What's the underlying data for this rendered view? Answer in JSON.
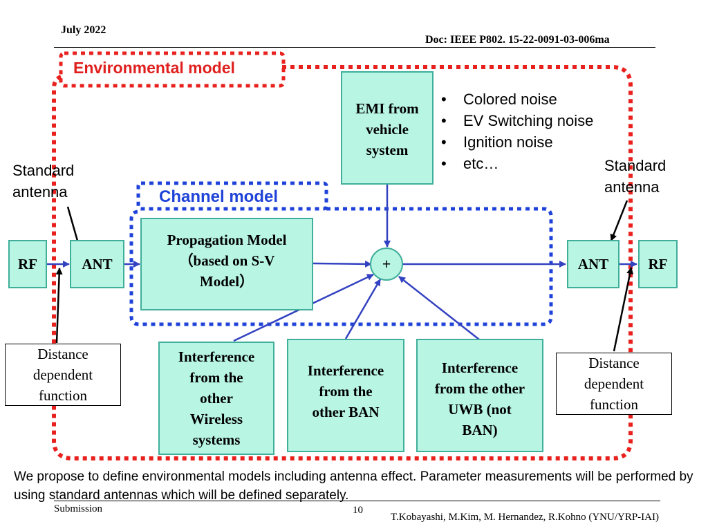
{
  "header": {
    "date": "July 2022",
    "doc_id": "Doc: IEEE P802. 15-22-0091-03-006ma"
  },
  "diagram": {
    "environmental_label": "Environmental model",
    "channel_label": "Channel model",
    "rf_left": "RF",
    "ant_left": "ANT",
    "propagation": "Propagation Model\n（based on S-V\nModel）",
    "sum": "+",
    "ant_right": "ANT",
    "rf_right": "RF",
    "emi": "EMI from\nvehicle\nsystem",
    "noise_list": [
      "Colored noise",
      "EV Switching noise",
      "Ignition noise",
      "etc…"
    ],
    "std_antenna_left": "Standard\nantenna",
    "std_antenna_right": "Standard\nantenna",
    "dist_left": "Distance\ndependent\nfunction",
    "dist_right": "Distance\ndependent\nfunction",
    "interf_wireless": "Interference\nfrom the\nother\nWireless\nsystems",
    "interf_ban": "Interference\nfrom the\nother BAN",
    "interf_uwb": "Interference\nfrom the other\nUWB (not\nBAN)",
    "colors": {
      "box_fill": "#b8f5e2",
      "box_border": "#3fae9b",
      "env_border": "#e8211e",
      "channel_border": "#1f43d8",
      "arrow": "#3342c0"
    }
  },
  "caption": "We propose to define environmental models including antenna effect. Parameter measurements will be performed by using standard antennas which will be defined separately.",
  "footer": {
    "left": "Submission",
    "page": "10",
    "authors": "T.Kobayashi, M.Kim, M. Hernandez, R.Kohno (YNU/YRP-IAI)"
  }
}
